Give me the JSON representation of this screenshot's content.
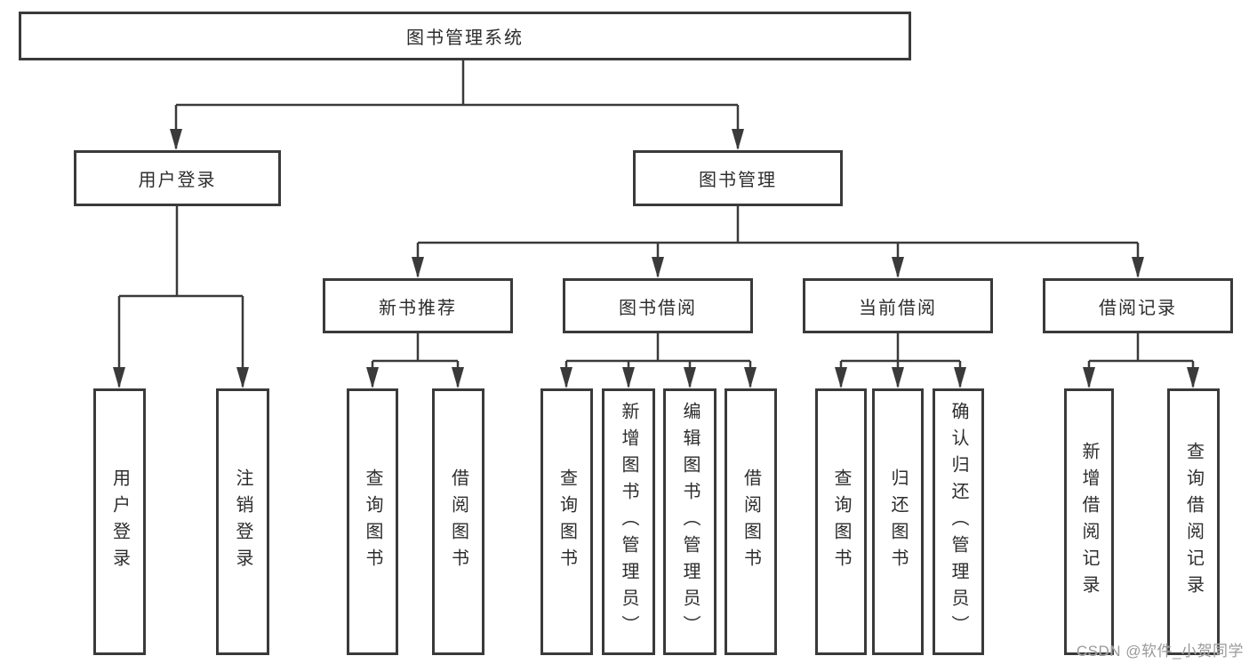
{
  "tree": {
    "root": {
      "label": "图书管理系统"
    },
    "branches": [
      {
        "label": "用户登录",
        "children": [
          {
            "label": "用户登录"
          },
          {
            "label": "注销登录"
          }
        ]
      },
      {
        "label": "图书管理",
        "groups": [
          {
            "label": "新书推荐",
            "children": [
              {
                "label": "查询图书"
              },
              {
                "label": "借阅图书"
              }
            ]
          },
          {
            "label": "图书借阅",
            "children": [
              {
                "label": "查询图书"
              },
              {
                "label": "新增图书（管理员）"
              },
              {
                "label": "编辑图书（管理员）"
              },
              {
                "label": "借阅图书"
              }
            ]
          },
          {
            "label": "当前借阅",
            "children": [
              {
                "label": "查询图书"
              },
              {
                "label": "归还图书"
              },
              {
                "label": "确认归还（管理员）"
              }
            ]
          },
          {
            "label": "借阅记录",
            "children": [
              {
                "label": "新增借阅记录"
              },
              {
                "label": "查询借阅记录"
              }
            ]
          }
        ]
      }
    ]
  },
  "watermark": {
    "text": "CSDN @软件_小贺同学"
  },
  "colors": {
    "line": "#3a3a3a",
    "text": "#2d2d2d",
    "watermark": "#9a9a9a",
    "background": "#ffffff"
  }
}
